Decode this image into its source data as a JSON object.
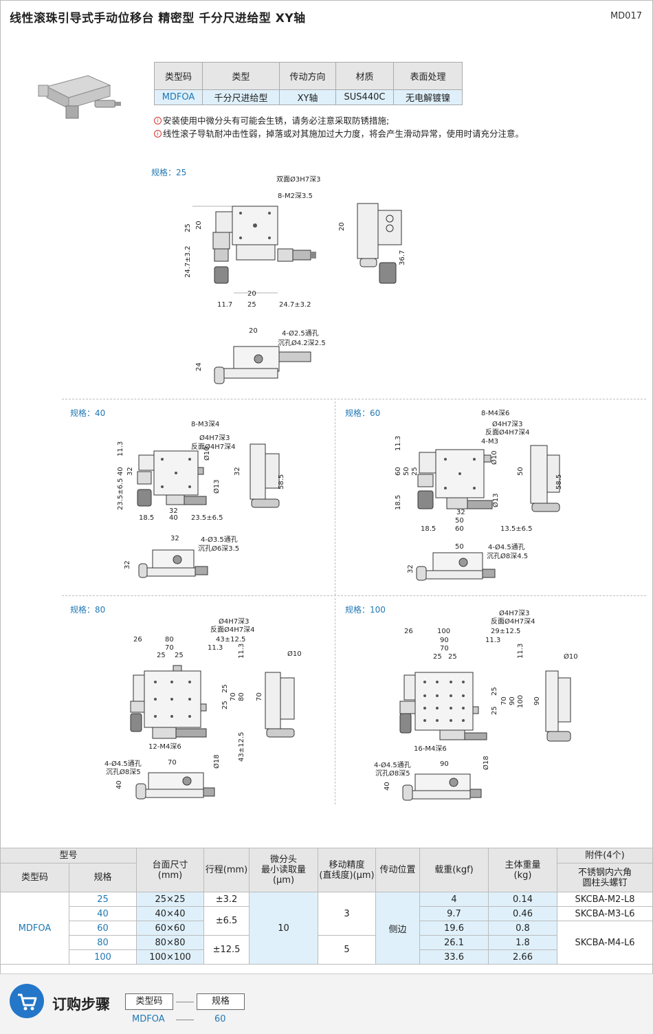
{
  "header": {
    "title": "线性滚珠引导式手动位移台  精密型  千分尺进给型  XY轴",
    "code": "MD017"
  },
  "spec_table": {
    "headers": [
      "类型码",
      "类型",
      "传动方向",
      "材质",
      "表面处理"
    ],
    "row": [
      "MDFOA",
      "千分尺进给型",
      "XY轴",
      "SUS440C",
      "无电解镀镍"
    ]
  },
  "notes": [
    "安装使用中微分头有可能会生锈，请务必注意采取防锈措施;",
    "线性滚子导轨耐冲击性弱，掉落或对其施加过大力度，将会产生滑动异常，使用时请充分注意。"
  ],
  "drawings": {
    "s25": {
      "label": "规格：25",
      "t1": "双面Ø3H7深3",
      "t2": "8-M2深3.5",
      "t3": "4-Ø2.5通孔",
      "t4": "沉孔Ø4.2深2.5",
      "d1": "20",
      "d2": "11.7",
      "d3": "25",
      "d4": "24.7±3.2",
      "d5": "20",
      "v1": "25",
      "v2": "20",
      "v3": "24.7±3.2",
      "v4": "20",
      "v5": "36.7",
      "v6": "24"
    },
    "s40": {
      "label": "规格：40",
      "t1": "8-M3深4",
      "t2": "Ø4H7深3",
      "t3": "反面Ø4H7深4",
      "t4": "4-Ø3.5通孔",
      "t5": "沉孔Ø6深3.5",
      "d1": "32",
      "d2": "18.5",
      "d3": "40",
      "d4": "23.5±6.5",
      "d5": "32",
      "v1": "11.3",
      "v2": "40",
      "v3": "32",
      "v4": "23.5±6.5",
      "v5": "Ø10",
      "v6": "Ø13",
      "v7": "32",
      "v8": "58.5",
      "v9": "32"
    },
    "s60": {
      "label": "规格：60",
      "t1": "8-M4深6",
      "t2": "Ø4H7深3",
      "t3": "反面Ø4H7深4",
      "t4": "4-M3",
      "t5": "4-Ø4.5通孔",
      "t6": "沉孔Ø8深4.5",
      "d1": "32",
      "d2": "50",
      "d3": "60",
      "d4": "18.5",
      "d5": "13.5±6.5",
      "d6": "50",
      "v1": "11.3",
      "v2": "60",
      "v3": "50",
      "v4": "25",
      "v5": "18.5",
      "v6": "Ø10",
      "v7": "Ø13",
      "v8": "50",
      "v9": "58.5",
      "v10": "32"
    },
    "s80": {
      "label": "规格：80",
      "t1": "Ø4H7深3",
      "t2": "反面Ø4H7深4",
      "t3": "12-M4深6",
      "t4": "4-Ø4.5通孔",
      "t5": "沉孔Ø8深5",
      "d1": "26",
      "d2": "80",
      "d3": "70",
      "d4": "25",
      "d5": "25",
      "d6": "43±12.5",
      "d7": "11.3",
      "d8": "70",
      "v1": "11.3",
      "v2": "25",
      "v3": "25",
      "v4": "70",
      "v5": "80",
      "v6": "43±12.5",
      "v7": "Ø10",
      "v8": "70",
      "v9": "Ø18",
      "v10": "40"
    },
    "s100": {
      "label": "规格：100",
      "t1": "Ø4H7深3",
      "t2": "反面Ø4H7深4",
      "t3": "16-M4深6",
      "t4": "4-Ø4.5通孔",
      "t5": "沉孔Ø8深5",
      "d1": "26",
      "d2": "100",
      "d3": "90",
      "d4": "70",
      "d5": "25",
      "d6": "25",
      "d7": "29±12.5",
      "d8": "11.3",
      "d9": "90",
      "v1": "11.3",
      "v2": "25",
      "v3": "25",
      "v4": "70",
      "v5": "90",
      "v6": "100",
      "v7": "Ø10",
      "v8": "90",
      "v9": "Ø18",
      "v10": "40"
    }
  },
  "main_table": {
    "group_model": "型号",
    "h_typecode": "类型码",
    "h_size": "规格",
    "h_table": "台面尺寸\n(mm)",
    "h_stroke": "行程(mm)",
    "h_micro": "微分头\n最小读取量\n(μm)",
    "h_acc": "移动精度\n(直线度)(μm)",
    "h_pos": "传动位置",
    "h_load": "载重(kgf)",
    "h_weight": "主体重量\n(kg)",
    "h_acc_group": "附件(4个)",
    "h_screw": "不锈钢内六角\n圆柱头螺钉",
    "typecode": "MDFOA",
    "micro": "10",
    "acc_a": "3",
    "acc_b": "5",
    "pos": "侧边",
    "stroke_a": "±3.2",
    "stroke_b": "±6.5",
    "stroke_c": "±12.5",
    "screw_a": "SKCBA-M2-L8",
    "screw_b": "SKCBA-M3-L6",
    "screw_c": "SKCBA-M4-L6",
    "rows": [
      {
        "size": "25",
        "table": "25×25",
        "load": "4",
        "weight": "0.14"
      },
      {
        "size": "40",
        "table": "40×40",
        "load": "9.7",
        "weight": "0.46"
      },
      {
        "size": "60",
        "table": "60×60",
        "load": "19.6",
        "weight": "0.8"
      },
      {
        "size": "80",
        "table": "80×80",
        "load": "26.1",
        "weight": "1.8"
      },
      {
        "size": "100",
        "table": "100×100",
        "load": "33.6",
        "weight": "2.66"
      }
    ]
  },
  "order": {
    "title": "订购步骤",
    "box1": "类型码",
    "box2": "规格",
    "val1": "MDFOA",
    "val2": "60"
  }
}
